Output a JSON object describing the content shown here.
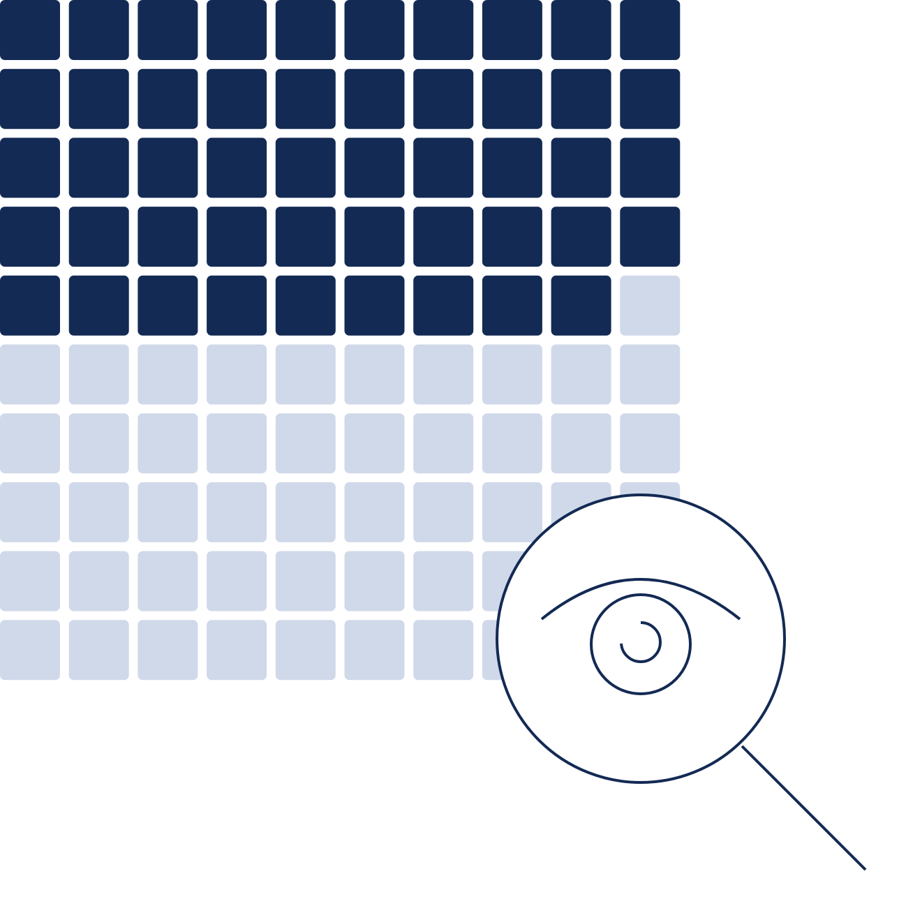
{
  "waffle": {
    "rows": 10,
    "cols": 10,
    "filled_count": 49,
    "total_count": 100,
    "filled_color": "#132a54",
    "empty_color": "#d0d9ea"
  },
  "magnifier": {
    "icon": "eye-magnifier-icon",
    "stroke_color": "#132a54"
  }
}
